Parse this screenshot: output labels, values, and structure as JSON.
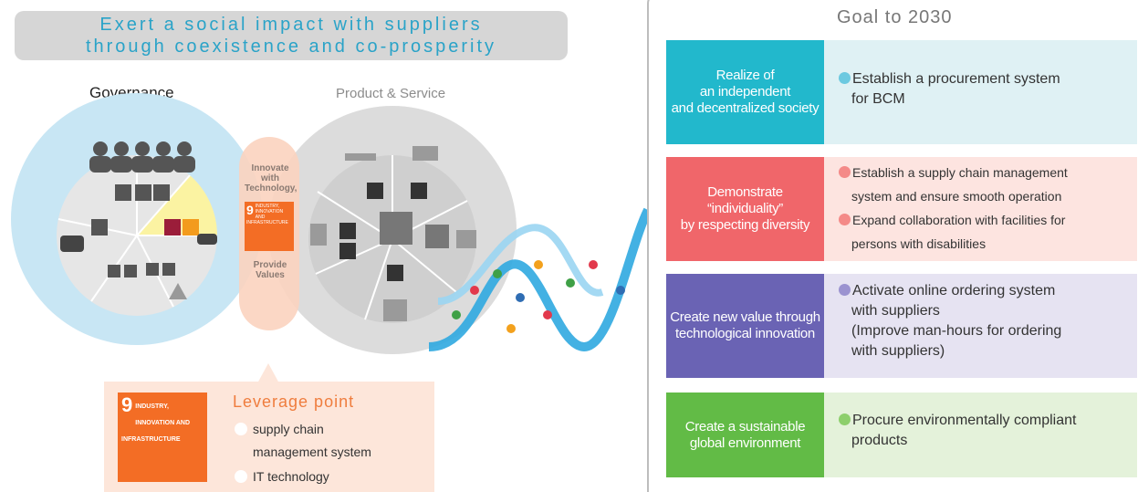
{
  "banner": {
    "line1": "Exert a social impact with suppliers",
    "line2": "through coexistence and co-prosperity"
  },
  "diagram": {
    "left_title": "Governance",
    "right_title": "Product & Service",
    "middle_top": [
      "Innovate",
      "with",
      "Technology,"
    ],
    "middle_bottom": [
      "Provide",
      "Values"
    ],
    "sdg9_small_label": "INDUSTRY, INNOVATION AND INFRASTRUCTURE",
    "sdg9_number": "9"
  },
  "leverage": {
    "sdg_number": "9",
    "sdg_label": "INDUSTRY, INNOVATION AND INFRASTRUCTURE",
    "title": "Leverage point",
    "items": [
      "supply chain",
      "management system",
      "IT technology"
    ]
  },
  "goals": {
    "title": "Goal to 2030",
    "rows": [
      {
        "label": [
          "Realize of",
          "an independent",
          "and decentralized society"
        ],
        "label_color": "#22b8cc",
        "bg_color": "#dff1f4",
        "bullet_color": "#6cc9e0",
        "items": [
          {
            "text": "Establish a procurement system",
            "bullet": true
          },
          {
            "text": "for BCM",
            "bullet": false
          }
        ]
      },
      {
        "label": [
          "Demonstrate",
          "“individuality”",
          "by respecting diversity"
        ],
        "label_color": "#f0666a",
        "bg_color": "#fde4e0",
        "bullet_color": "#f48a88",
        "items": [
          {
            "text": "Establish a supply chain management",
            "bullet": true
          },
          {
            "text": "system and ensure smooth operation",
            "bullet": false
          },
          {
            "text": "Expand collaboration with facilities for",
            "bullet": true
          },
          {
            "text": "persons with disabilities",
            "bullet": false
          }
        ]
      },
      {
        "label": [
          "Create new value through",
          "technological innovation"
        ],
        "label_color": "#6a63b4",
        "bg_color": "#e6e3f2",
        "bullet_color": "#9b93d0",
        "items": [
          {
            "text": "Activate online ordering system",
            "bullet": true
          },
          {
            "text": "with suppliers",
            "bullet": false
          },
          {
            "text": "(Improve man-hours for ordering",
            "bullet": false
          },
          {
            "text": " with suppliers)",
            "bullet": false
          }
        ]
      },
      {
        "label": [
          "Create a sustainable",
          "global environment"
        ],
        "label_color": "#62bb46",
        "bg_color": "#e4f2da",
        "bullet_color": "#8dcf6c",
        "items": [
          {
            "text": "Procure environmentally compliant",
            "bullet": true
          },
          {
            "text": "products",
            "bullet": false
          }
        ]
      }
    ]
  },
  "colors": {
    "governance_circle": "#c8e6f4",
    "product_circle": "#dcdcdc",
    "highlight_segment": "#fbf3a2",
    "sdg9_orange": "#f36d25",
    "helix_blue": "#2fa8e0"
  },
  "icons": [
    "people-icon",
    "handshake-icon",
    "building-icon",
    "recycle-icon",
    "factory-icon",
    "helix-arrow-icon"
  ]
}
